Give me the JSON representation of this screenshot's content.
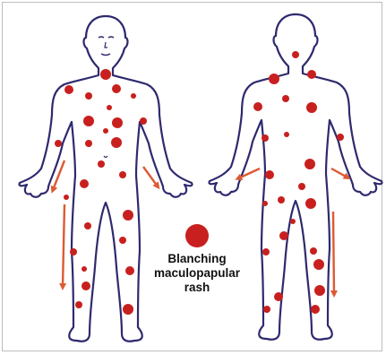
{
  "legend": {
    "label": "Blanching\nmaculopapular\nrash"
  },
  "colors": {
    "outline": "#2e2a6e",
    "rash": "#c8201e",
    "arrow": "#dd5a33",
    "background": "#ffffff"
  },
  "figures": {
    "front": {
      "view": "front"
    },
    "back": {
      "view": "back"
    }
  }
}
